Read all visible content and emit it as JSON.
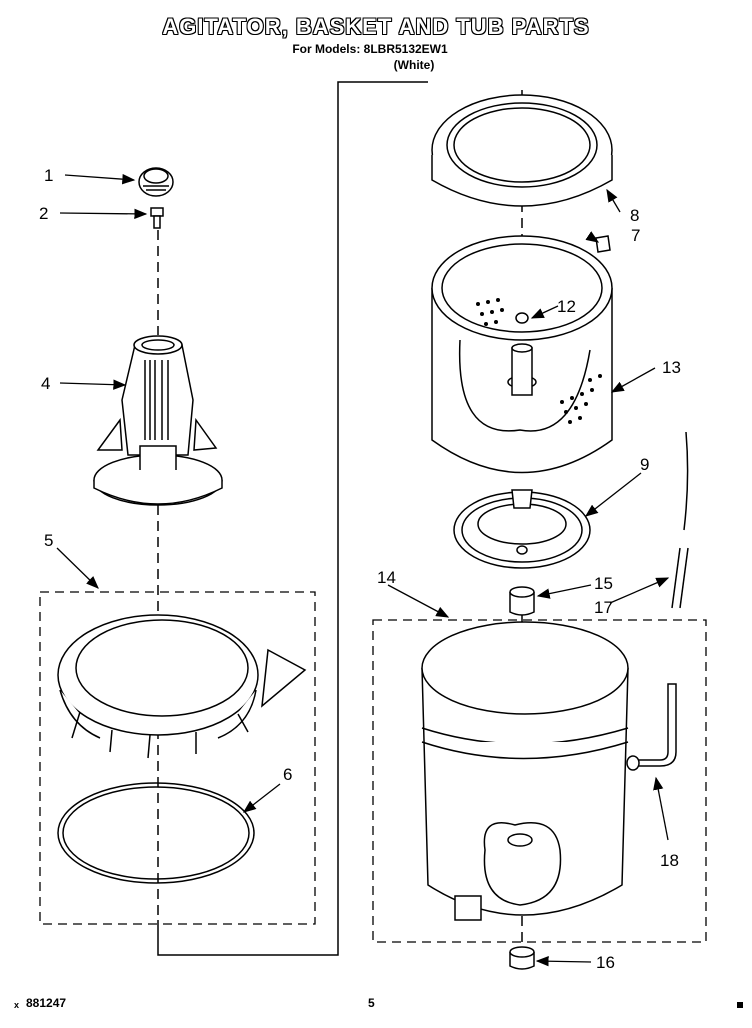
{
  "header": {
    "title": "AGITATOR, BASKET AND TUB PARTS",
    "models": "For Models: 8LBR5132EW1",
    "color_variant": "(White)"
  },
  "footer": {
    "mark": "x",
    "doc_number": "881247",
    "page": "5"
  },
  "callouts": [
    "1",
    "2",
    "4",
    "5",
    "6",
    "7",
    "8",
    "9",
    "12",
    "13",
    "14",
    "15",
    "16",
    "17",
    "18"
  ],
  "colors": {
    "ink": "#000000",
    "paper": "#ffffff"
  }
}
